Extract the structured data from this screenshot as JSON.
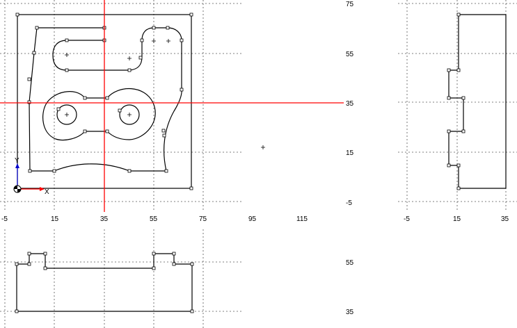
{
  "views": {
    "top": {
      "x_ticks": [
        "-5",
        "15",
        "35",
        "55",
        "75",
        "95",
        "115"
      ],
      "y_ticks": [
        "75",
        "55",
        "35",
        "15",
        "-5"
      ]
    },
    "side": {
      "x_ticks": [
        "-5",
        "15",
        "35"
      ]
    },
    "front": {
      "y_ticks": [
        "55",
        "35"
      ]
    }
  },
  "axes": {
    "x_label": "X",
    "y_label": "Y",
    "x_color": "#ff0000",
    "y_color": "#0000cc"
  },
  "cursor": {
    "color": "#ff0000"
  },
  "icons": {
    "origin": "origin-marker-icon",
    "point": "point-cross-icon"
  }
}
